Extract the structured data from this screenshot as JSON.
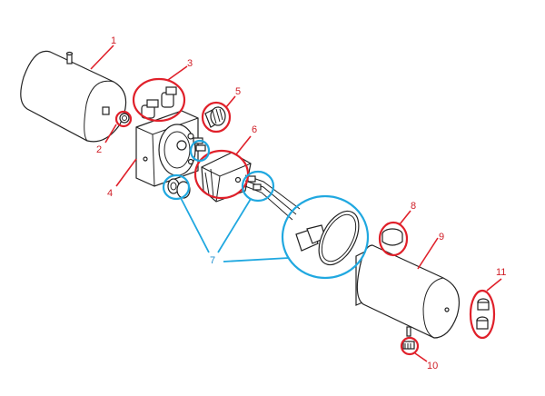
{
  "callouts": {
    "c1": "1",
    "c2": "2",
    "c3": "3",
    "c4": "4",
    "c5": "5",
    "c6": "6",
    "c7": "7",
    "c8": "8",
    "c9": "9",
    "c10": "10",
    "c11": "11"
  },
  "colors": {
    "callout_red": "#e0202a",
    "callout_blue": "#20a8e0",
    "line": "#222222",
    "background": "#ffffff"
  }
}
